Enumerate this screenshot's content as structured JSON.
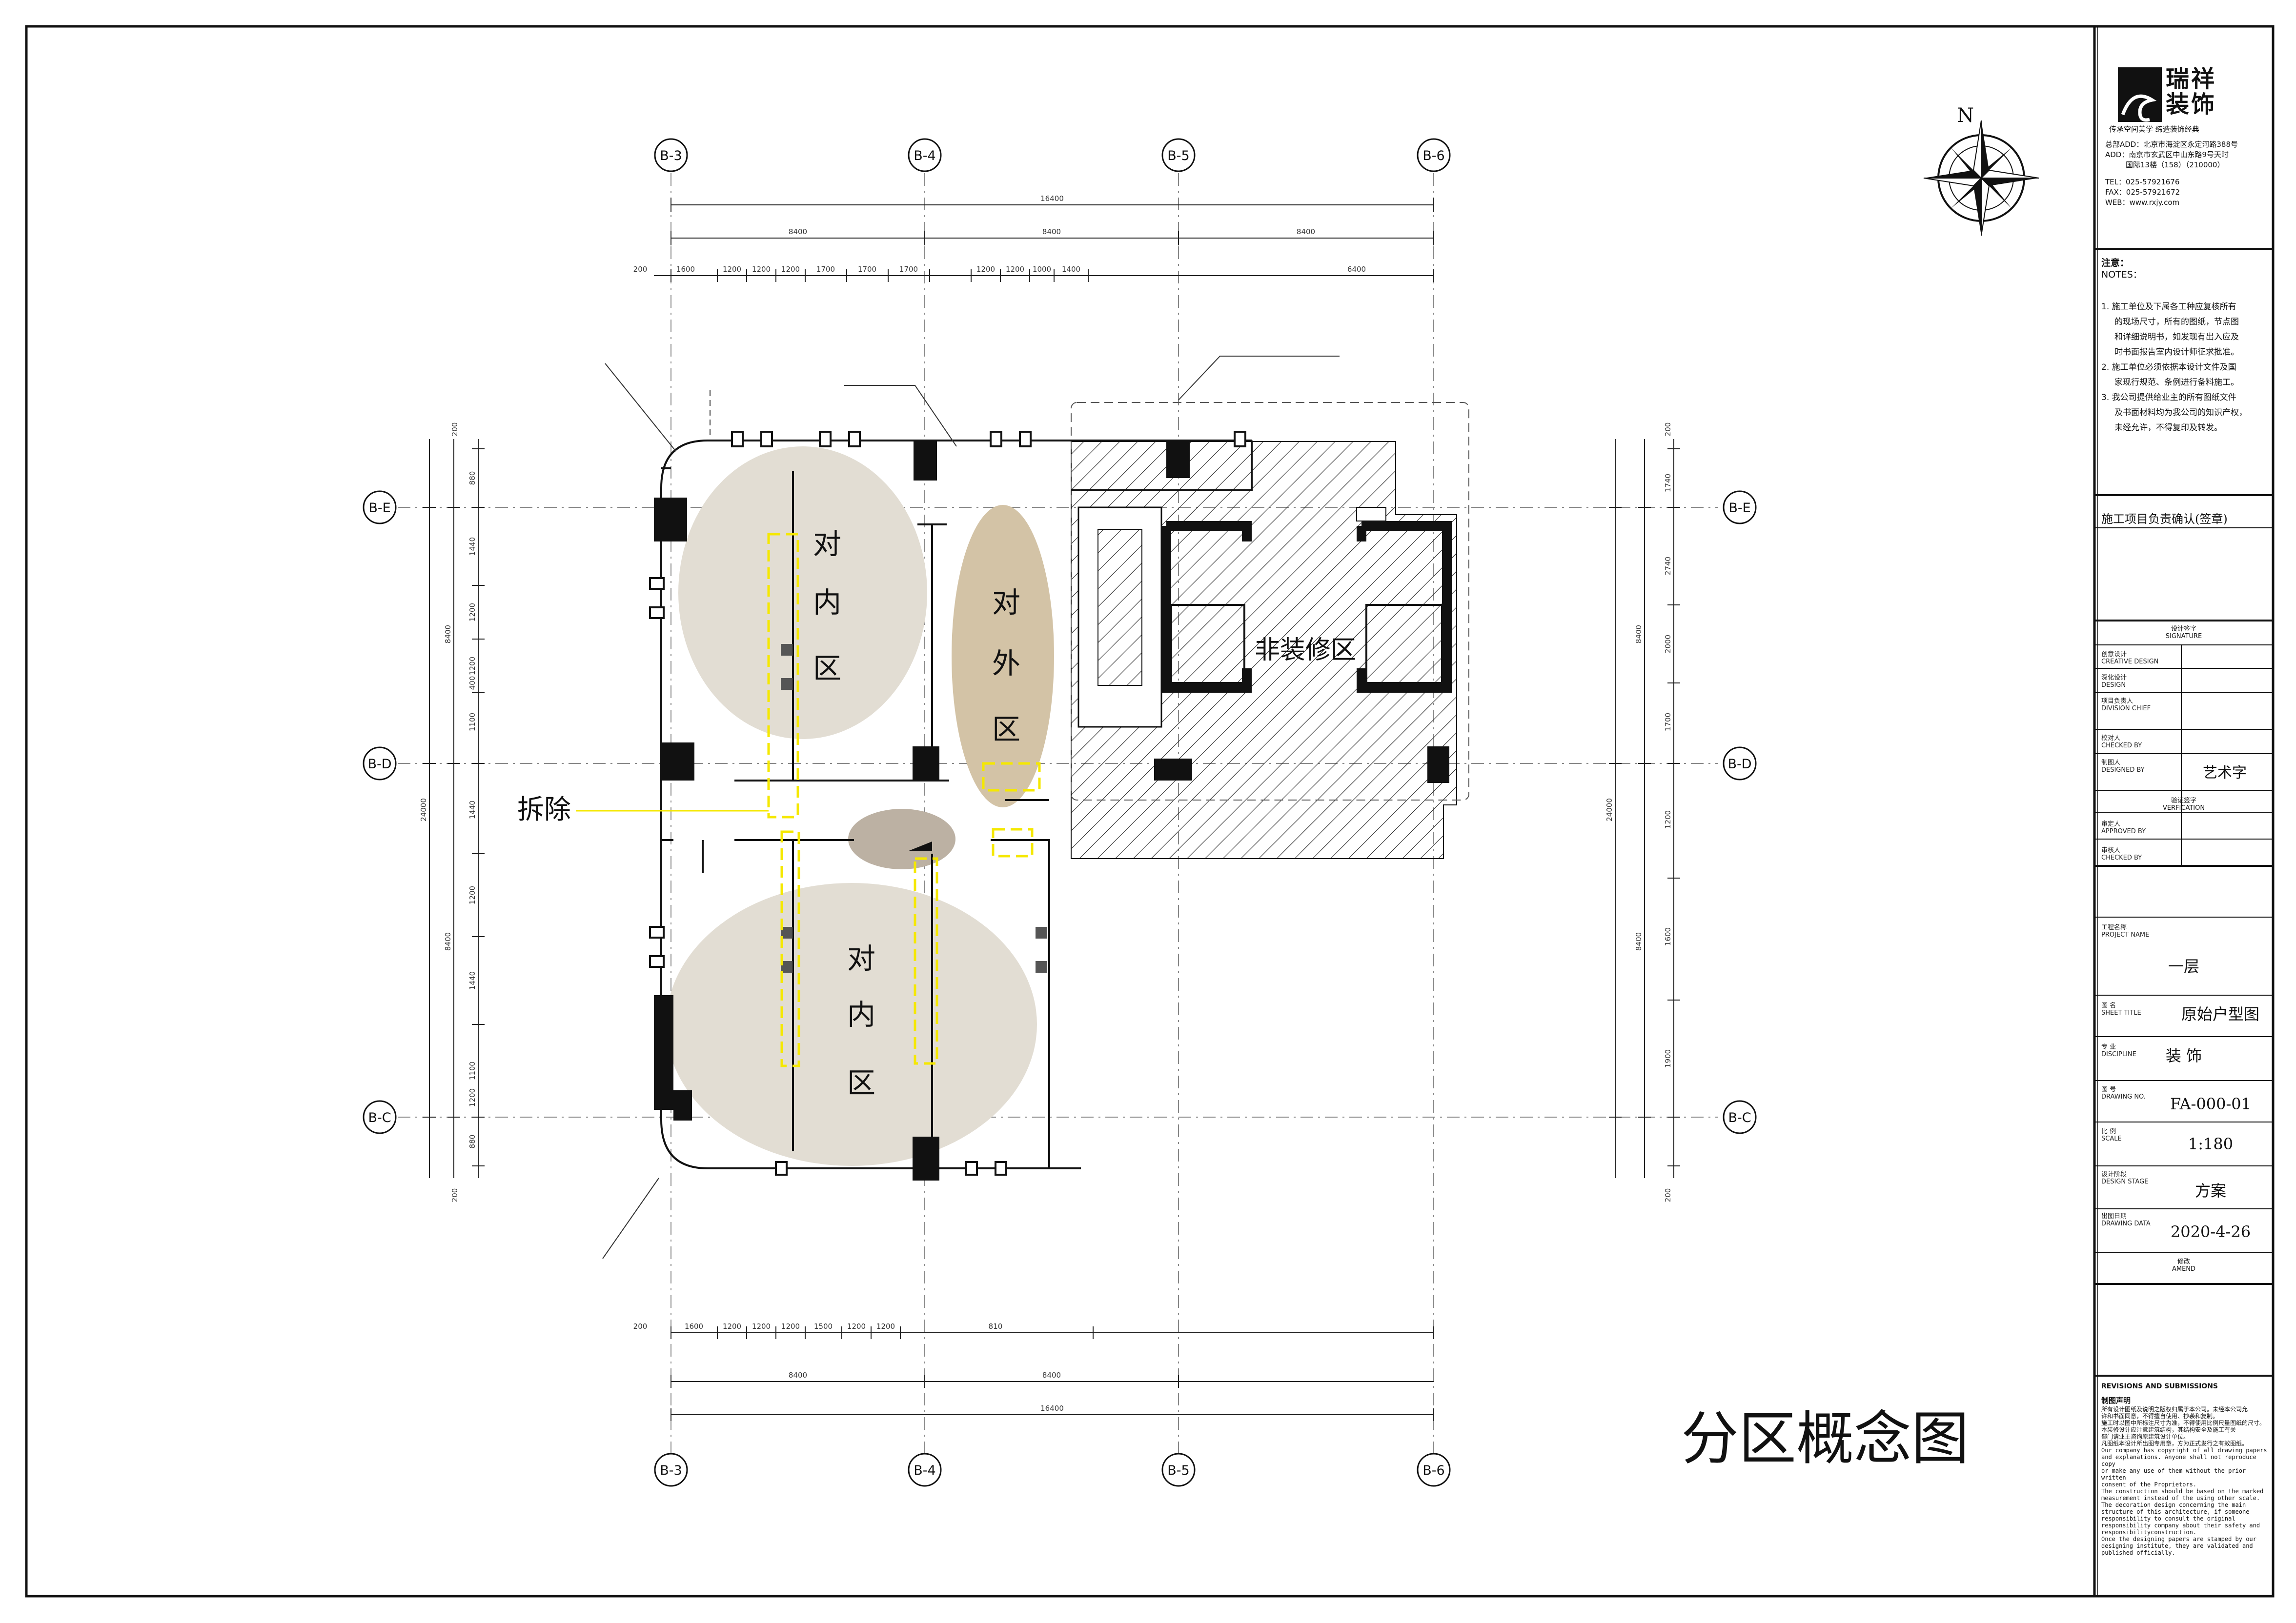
{
  "drawing": {
    "title": "分区概念图",
    "north_label": "N",
    "axes_top": [
      "B-3",
      "B-4",
      "B-5",
      "B-6"
    ],
    "axes_bottom": [
      "B-3",
      "B-4",
      "B-5",
      "B-6"
    ],
    "axes_left": [
      "B-E",
      "B-D",
      "B-C"
    ],
    "axes_right": [
      "B-E",
      "B-D",
      "B-C"
    ],
    "top_dims": {
      "total": "16400",
      "bays": [
        "8400",
        "8400",
        "8400"
      ],
      "detail": [
        "200",
        "1600",
        "1200",
        "1200",
        "1200",
        "1700",
        "1700",
        "1700",
        "1200",
        "1200",
        "1000",
        "1400",
        "6400"
      ]
    },
    "bottom_dims": {
      "total": "16400",
      "bays": [
        "8400",
        "8400"
      ],
      "detail": [
        "200",
        "1600",
        "1200",
        "1200",
        "1200",
        "1500",
        "1200",
        "1200",
        "810"
      ]
    },
    "left_dims": {
      "total": "24000",
      "bays": [
        "8400",
        "8400"
      ],
      "detail": [
        "200",
        "880",
        "1440",
        "1200",
        "1200",
        "400",
        "1100",
        "1440",
        "1200",
        "1440",
        "1100",
        "1200",
        "880",
        "200"
      ]
    },
    "right_dims": {
      "total": "24000",
      "bays": [
        "8400",
        "8400"
      ],
      "detail": [
        "200",
        "1740",
        "2740",
        "2000",
        "1700",
        "1200",
        "1600",
        "1900",
        "200"
      ]
    },
    "zones": {
      "inner_top": [
        "对",
        "内",
        "区"
      ],
      "outer": [
        "对",
        "外",
        "区"
      ],
      "inner_bottom": [
        "对",
        "内",
        "区"
      ],
      "non_renovation": "非装修区",
      "demolish": "拆除"
    },
    "colors": {
      "inner_zone": "#e2ddd3",
      "outer_zone": "#d3c3a6",
      "core_zone": "#bcb1a3",
      "demolish": "#f5e800",
      "wall": "#111111"
    }
  },
  "title_block": {
    "company": "瑞祥装饰",
    "slogan": "传承空间美学  缔造装饰经典",
    "address_lines": [
      "总部ADD：北京市海淀区永定河路388号",
      "ADD：南京市玄武区中山东路9号天时",
      "国际13楼（158）（210000）"
    ],
    "tel": "TEL：025-57921676",
    "fax": "FAX：025-57921672",
    "web": "WEB：www.rxjy.com",
    "notes_title_cn": "注意：",
    "notes_title_en": "NOTES：",
    "notes": [
      "1.  施工单位及下属各工种应复核所有",
      "     的现场尺寸，所有的图纸，节点图",
      "     和详细说明书，如发现有出入应及",
      "     时书面报告室内设计师征求批准。",
      "2.  施工单位必须依据本设计文件及国",
      "     家现行规范、条例进行备料施工。",
      "3.  我公司提供给业主的所有图纸文件",
      "     及书面材料均为我公司的知识产权，",
      "     未经允许，不得复印及转发。"
    ],
    "confirm": "施工项目负责确认(签章)",
    "signature_cn": "设计签字",
    "signature_en": "SIGNATURE",
    "sign_rows": [
      {
        "cn": "创意设计",
        "en": "CREATIVE DESIGN",
        "value": ""
      },
      {
        "cn": "深化设计",
        "en": "DESIGN",
        "value": ""
      },
      {
        "cn": "项目负责人",
        "en": "DIVISION CHIEF",
        "value": ""
      },
      {
        "cn": "校对人",
        "en": "CHECKED BY",
        "value": ""
      },
      {
        "cn": "制图人",
        "en": "DESIGNED BY",
        "value": "艺术字"
      }
    ],
    "verify_cn": "验证签字",
    "verify_en": "VERFICATION",
    "verify_rows": [
      {
        "cn": "审定人",
        "en": "APPROVED BY"
      },
      {
        "cn": "审核人",
        "en": "CHECKED BY"
      }
    ],
    "fields": [
      {
        "cn": "工程名称",
        "en": "PROJECT NAME",
        "value": "一层"
      },
      {
        "cn": "图  名",
        "en": "SHEET TITLE",
        "value": "原始户型图"
      },
      {
        "cn": "专  业",
        "en": "DISCIPLINE",
        "value": "装 饰"
      },
      {
        "cn": "图  号",
        "en": "DRAWING NO.",
        "value": "FA-000-01"
      },
      {
        "cn": "比  例",
        "en": "SCALE",
        "value": "1:180"
      },
      {
        "cn": "设计阶段",
        "en": "DESIGN STAGE",
        "value": "方案"
      },
      {
        "cn": "出图日期",
        "en": "DRAWING DATA",
        "value": "2020-4-26"
      }
    ],
    "amend_cn": "修改",
    "amend_en": "AMEND",
    "revisions_title": "REVISIONS AND SUBMISSIONS",
    "decl_title": "制图声明",
    "decl_lines": [
      "所有设计图纸及说明之版权归属于本公司。未经本公司允",
      "许和书面同意，不得擅自使用、抄袭和复制。",
      "施工时以图中所标注尺寸为准，不得使用比例尺量图纸的尺寸。",
      "本装修设计应注意建筑结构，其结构安全及施工有关",
      "部门请业主咨询原建筑设计单位。",
      "凡图纸本设计所出图专用章，方为正式发行之有效图纸。",
      "Our company has copyright of all drawing papers",
      "and explanations. Anyone shall not reproduce copy",
      "or make any use of them without the prior written",
      "consent of the Proprietors.",
      "The construction should be based on the marked",
      "measurement instead of the using other scale.",
      "The decoration design concerning the main",
      "structure of this architecture, if someone",
      "responsibility to consult the original",
      "responsibility company about their safety and",
      "responsibilityconstruction.",
      "Once the designing papers are stamped by our",
      "designing institute, they are validated and",
      "published officially."
    ]
  }
}
